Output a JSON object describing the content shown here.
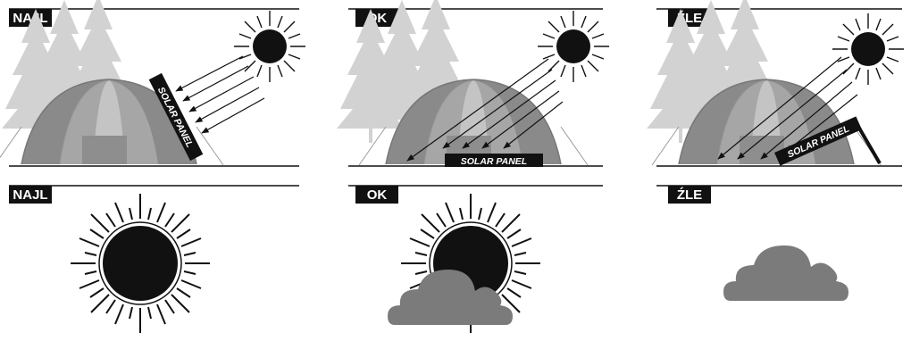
{
  "tags": {
    "best": "NAJL",
    "ok": "OK",
    "bad": "ŹLE"
  },
  "panel_label": "SOLAR PANEL",
  "colors": {
    "ink": "#111111",
    "tree": "#d2d2d2",
    "tent_dark": "#8a8a8a",
    "tent_mid": "#a6a6a6",
    "tent_light": "#c4c4c4",
    "cloud": "#7b7b7b"
  },
  "rows": [
    {
      "row": "panel-placement",
      "scenarios": [
        "best",
        "ok",
        "bad"
      ]
    },
    {
      "row": "weather",
      "scenarios": [
        "sunny",
        "partly-cloudy",
        "cloudy"
      ]
    }
  ]
}
